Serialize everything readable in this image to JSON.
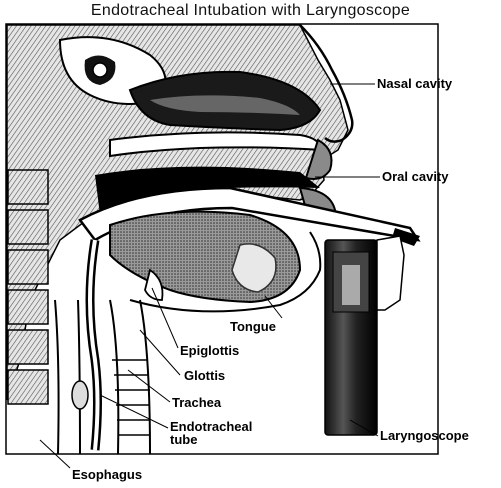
{
  "title": "Endotracheal Intubation with Laryngoscope",
  "labels": {
    "nasal_cavity": "Nasal cavity",
    "oral_cavity": "Oral cavity",
    "tongue": "Tongue",
    "epiglottis": "Epiglottis",
    "glottis": "Glottis",
    "trachea": "Trachea",
    "endotracheal_tube_line1": "Endotracheal",
    "endotracheal_tube_line2": "tube",
    "laryngoscope": "Laryngoscope",
    "esophagus": "Esophagus"
  },
  "colors": {
    "ink": "#000000",
    "paper": "#ffffff",
    "mid_gray": "#7a7a7a",
    "light_gray": "#bdbdbd"
  }
}
